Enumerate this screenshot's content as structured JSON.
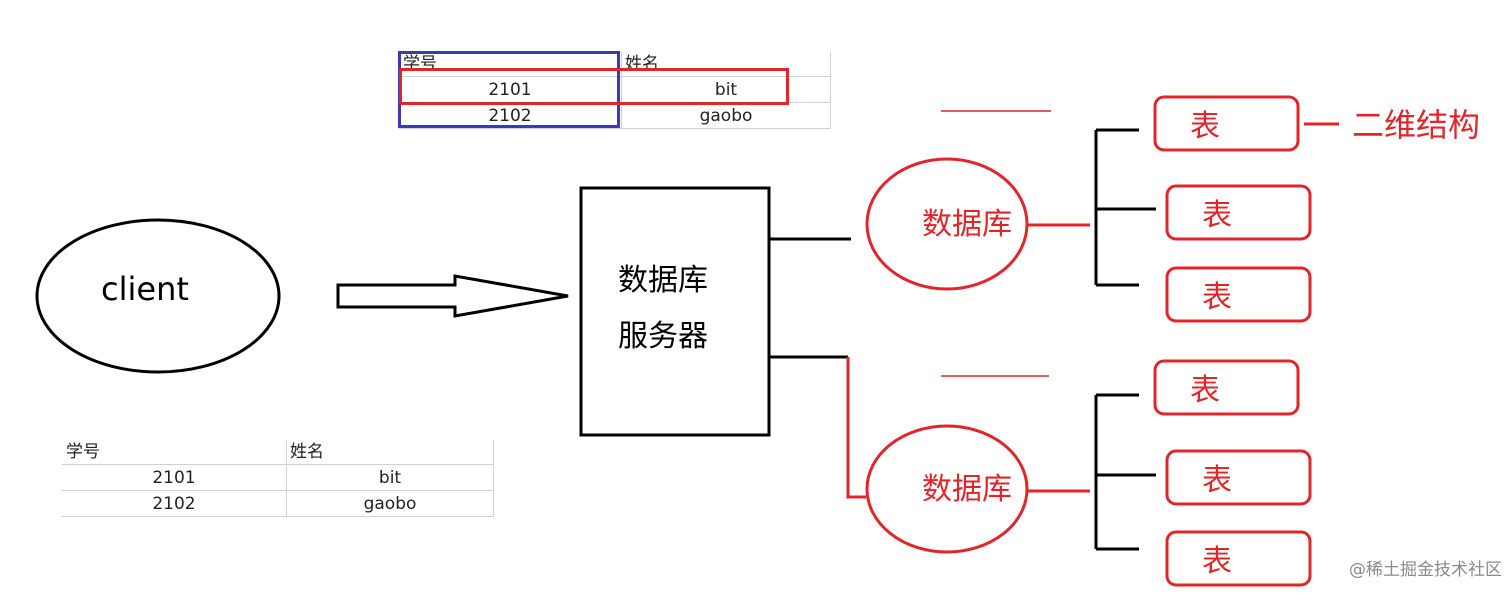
{
  "nodes": {
    "client": "client",
    "server_line1": "数据库",
    "server_line2": "服务器",
    "database_top": "数据库",
    "database_bottom": "数据库",
    "table": "表",
    "structure": "二维结构"
  },
  "sheet_top": {
    "headers": [
      "学号",
      "姓名"
    ],
    "rows": [
      [
        "2101",
        "bit"
      ],
      [
        "2102",
        "gaobo"
      ]
    ]
  },
  "sheet_bottom": {
    "headers": [
      "学号",
      "姓名"
    ],
    "rows": [
      [
        "2101",
        "bit"
      ],
      [
        "2102",
        "gaobo"
      ]
    ]
  },
  "watermark": "@稀土掘金技术社区",
  "colors": {
    "accent": "#e0262a",
    "highlight": "#3a3ab8",
    "ink": "#000000"
  }
}
